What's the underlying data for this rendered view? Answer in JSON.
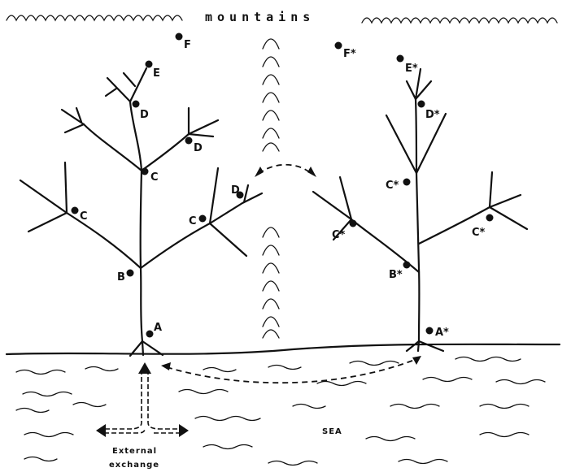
{
  "header": {
    "title": "mountains"
  },
  "labels": {
    "sea": "SEA",
    "external_line1": "External",
    "external_line2": "exchange"
  },
  "left_tree": {
    "nodes": [
      "A",
      "B",
      "C",
      "C",
      "C",
      "D",
      "D",
      "D",
      "E",
      "F"
    ]
  },
  "right_tree": {
    "nodes": [
      "A*",
      "B*",
      "C*",
      "C*",
      "C*",
      "D*",
      "E*",
      "F*"
    ]
  },
  "colors": {
    "ink": "#111111",
    "background": "#ffffff"
  }
}
